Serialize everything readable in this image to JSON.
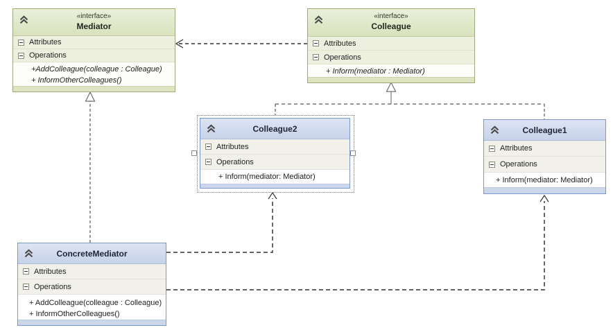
{
  "diagram": {
    "tool": "uml-class-diagram",
    "colors": {
      "interface_header": "#dce2bf",
      "interface_border": "#a2a779",
      "class_header": "#ccd6ec",
      "class_border": "#7b97c7",
      "selection": "#777777",
      "connector": "#4f4f4f",
      "canvas_background": "#ffffff"
    },
    "classes": {
      "mediator": {
        "stereotype": "«interface»",
        "title": "Mediator",
        "attributes_label": "Attributes",
        "operations_label": "Operations",
        "operations": [
          "+AddColleague(colleague : Colleague)",
          "+ InformOtherColleagues()"
        ]
      },
      "colleague": {
        "stereotype": "«interface»",
        "title": "Colleague",
        "attributes_label": "Attributes",
        "operations_label": "Operations",
        "operations": [
          "+ Inform(mediator : Mediator)"
        ]
      },
      "colleague2": {
        "title": "Colleague2",
        "attributes_label": "Attributes",
        "operations_label": "Operations",
        "operations": [
          "+ Inform(mediator: Mediator)"
        ],
        "selected": true
      },
      "colleague1": {
        "title": "Colleague1",
        "attributes_label": "Attributes",
        "operations_label": "Operations",
        "operations": [
          "+ Inform(mediator: Mediator)"
        ]
      },
      "concrete_mediator": {
        "title": "ConcreteMediator",
        "attributes_label": "Attributes",
        "operations_label": "Operations",
        "operations": [
          "+ AddColleague(colleague : Colleague)",
          "+ InformOtherColleagues()"
        ]
      }
    },
    "relationships": [
      {
        "type": "dependency",
        "from": "Colleague",
        "to": "Mediator",
        "line": "dashed",
        "arrow": "open"
      },
      {
        "type": "realization",
        "from": "ConcreteMediator",
        "to": "Mediator",
        "line": "dashed",
        "arrow": "hollow-triangle"
      },
      {
        "type": "realization",
        "from": "Colleague2",
        "to": "Colleague",
        "line": "dashed",
        "arrow": "hollow-triangle"
      },
      {
        "type": "realization",
        "from": "Colleague1",
        "to": "Colleague",
        "line": "dashed",
        "arrow": "hollow-triangle"
      },
      {
        "type": "dependency",
        "from": "ConcreteMediator",
        "to": "Colleague2",
        "line": "dashed",
        "arrow": "open"
      },
      {
        "type": "dependency",
        "from": "ConcreteMediator",
        "to": "Colleague1",
        "line": "dashed",
        "arrow": "open"
      }
    ]
  }
}
